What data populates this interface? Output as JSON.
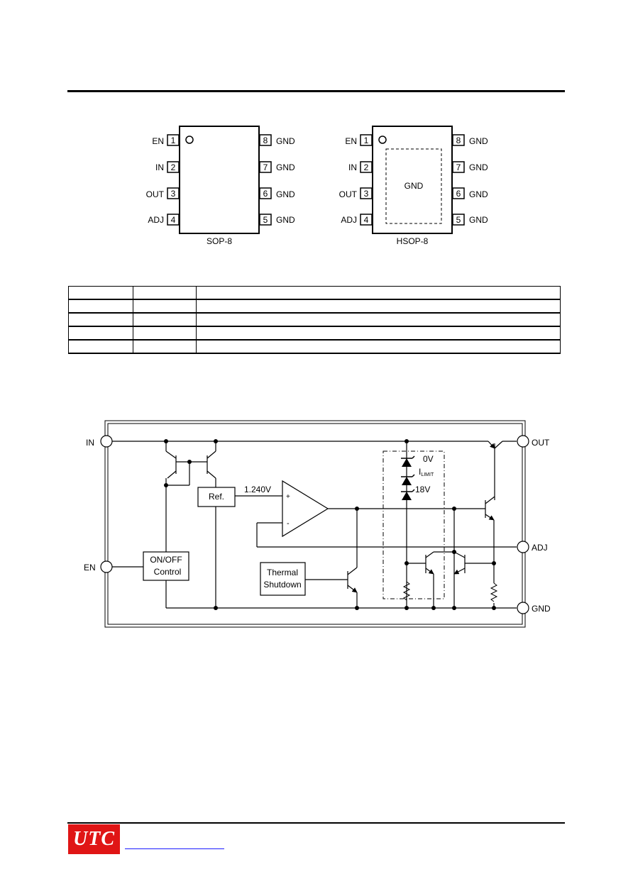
{
  "packages": [
    {
      "name": "SOP-8",
      "center_label": "",
      "left_pins": [
        {
          "number": "1",
          "label": "EN"
        },
        {
          "number": "2",
          "label": "IN"
        },
        {
          "number": "3",
          "label": "OUT"
        },
        {
          "number": "4",
          "label": "ADJ"
        }
      ],
      "right_pins": [
        {
          "number": "8",
          "label": "GND"
        },
        {
          "number": "7",
          "label": "GND"
        },
        {
          "number": "6",
          "label": "GND"
        },
        {
          "number": "5",
          "label": "GND"
        }
      ]
    },
    {
      "name": "HSOP-8",
      "center_label": "GND",
      "left_pins": [
        {
          "number": "1",
          "label": "EN"
        },
        {
          "number": "2",
          "label": "IN"
        },
        {
          "number": "3",
          "label": "OUT"
        },
        {
          "number": "4",
          "label": "ADJ"
        }
      ],
      "right_pins": [
        {
          "number": "8",
          "label": "GND"
        },
        {
          "number": "7",
          "label": "GND"
        },
        {
          "number": "6",
          "label": "GND"
        },
        {
          "number": "5",
          "label": "GND"
        }
      ]
    }
  ],
  "pin_table": {
    "rows": [
      [
        "",
        "",
        ""
      ],
      [
        "",
        "",
        ""
      ],
      [
        "",
        "",
        ""
      ],
      [
        "",
        "",
        ""
      ],
      [
        "",
        "",
        ""
      ],
      [
        "",
        "",
        ""
      ]
    ]
  },
  "block_diagram": {
    "pins": {
      "in": "IN",
      "en": "EN",
      "out": "OUT",
      "adj": "ADJ",
      "gnd": "GND"
    },
    "ref_label": "Ref.",
    "ref_voltage": "1.240V",
    "opamp_plus": "+",
    "opamp_minus": "-",
    "onoff_line1": "ON/OFF",
    "onoff_line2": "Control",
    "thermal_line1": "Thermal",
    "thermal_line2": "Shutdown",
    "zener_top": "0V",
    "ilimit_main": "I",
    "ilimit_sub": "LIMIT",
    "zener_bottom": "18V"
  },
  "footer": {
    "logo_text": "UTC",
    "link_text": ""
  },
  "colors": {
    "logo_bg": "#e01515",
    "link": "#1a1aff"
  }
}
